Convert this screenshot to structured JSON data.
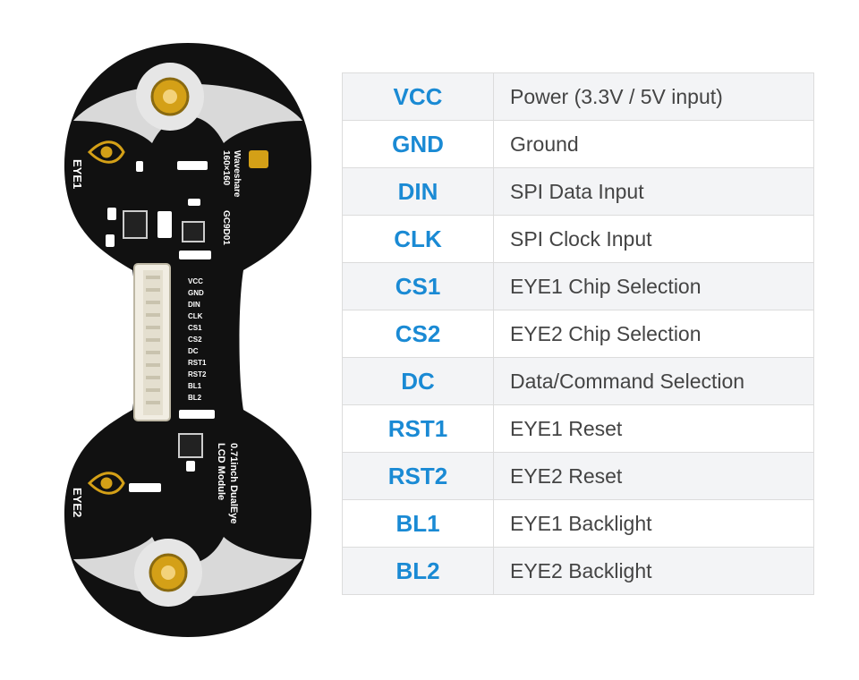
{
  "board": {
    "eye_top_label": "EYE1",
    "eye_bottom_label": "EYE2",
    "brand_line1": "Waveshare",
    "brand_line2": "160×160",
    "chip": "GC9D01",
    "module_line1": "0.71inch DualEye",
    "module_line2": "LCD Module",
    "header_pins": [
      "VCC",
      "GND",
      "DIN",
      "CLK",
      "CS1",
      "CS2",
      "DC",
      "RST1",
      "RST2",
      "BL1",
      "BL2"
    ]
  },
  "pins": [
    {
      "name": "VCC",
      "desc": "Power (3.3V / 5V input)"
    },
    {
      "name": "GND",
      "desc": "Ground"
    },
    {
      "name": "DIN",
      "desc": "SPI Data Input"
    },
    {
      "name": "CLK",
      "desc": "SPI Clock Input"
    },
    {
      "name": "CS1",
      "desc": "EYE1 Chip Selection"
    },
    {
      "name": "CS2",
      "desc": "EYE2 Chip Selection"
    },
    {
      "name": "DC",
      "desc": "Data/Command Selection"
    },
    {
      "name": "RST1",
      "desc": "EYE1 Reset"
    },
    {
      "name": "RST2",
      "desc": "EYE2 Reset"
    },
    {
      "name": "BL1",
      "desc": "EYE1 Backlight"
    },
    {
      "name": "BL2",
      "desc": "EYE2 Backlight"
    }
  ],
  "colors": {
    "pin_name": "#1a8ad4",
    "board": "#111111",
    "silver": "#d9d9d9",
    "gold": "#d4a017"
  }
}
